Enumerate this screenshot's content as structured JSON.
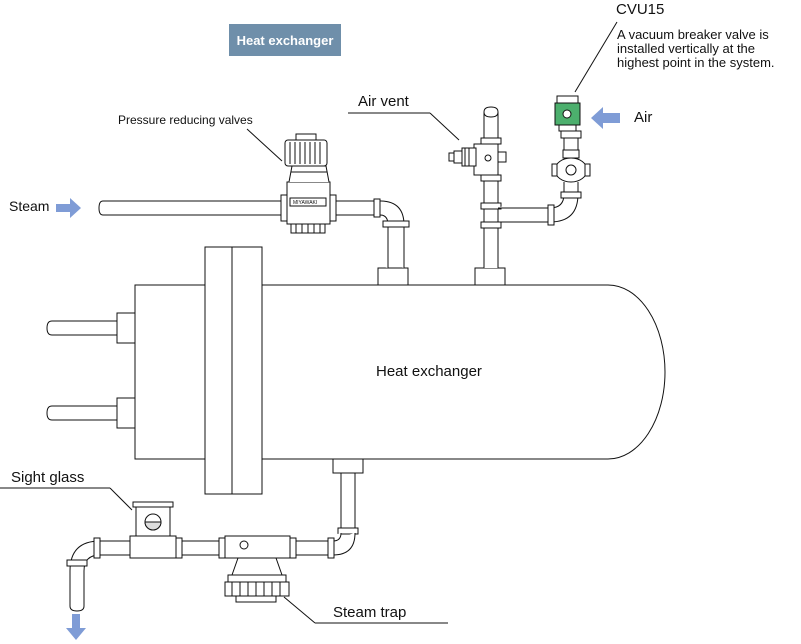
{
  "title_badge": "Heat exchanger",
  "labels": {
    "steam_in": "Steam",
    "prv": "Pressure reducing valves",
    "air_vent": "Air vent",
    "cvu15": "CVU15",
    "vacuum_note": [
      "A vacuum breaker valve is",
      "installed vertically at the",
      "highest point in the system."
    ],
    "air": "Air",
    "heat_exchanger": "Heat exchanger",
    "sight_glass": "Sight glass",
    "steam_trap": "Steam trap",
    "valve_brand": "MIYAWAKI"
  },
  "colors": {
    "arrow": "#7f9cd6",
    "badge_bg": "#6f8faa",
    "valve_green": "#4caf6d",
    "line": "#111111"
  },
  "icons": {
    "flow_arrow": "right-arrow",
    "drain_arrow": "down-arrow"
  }
}
